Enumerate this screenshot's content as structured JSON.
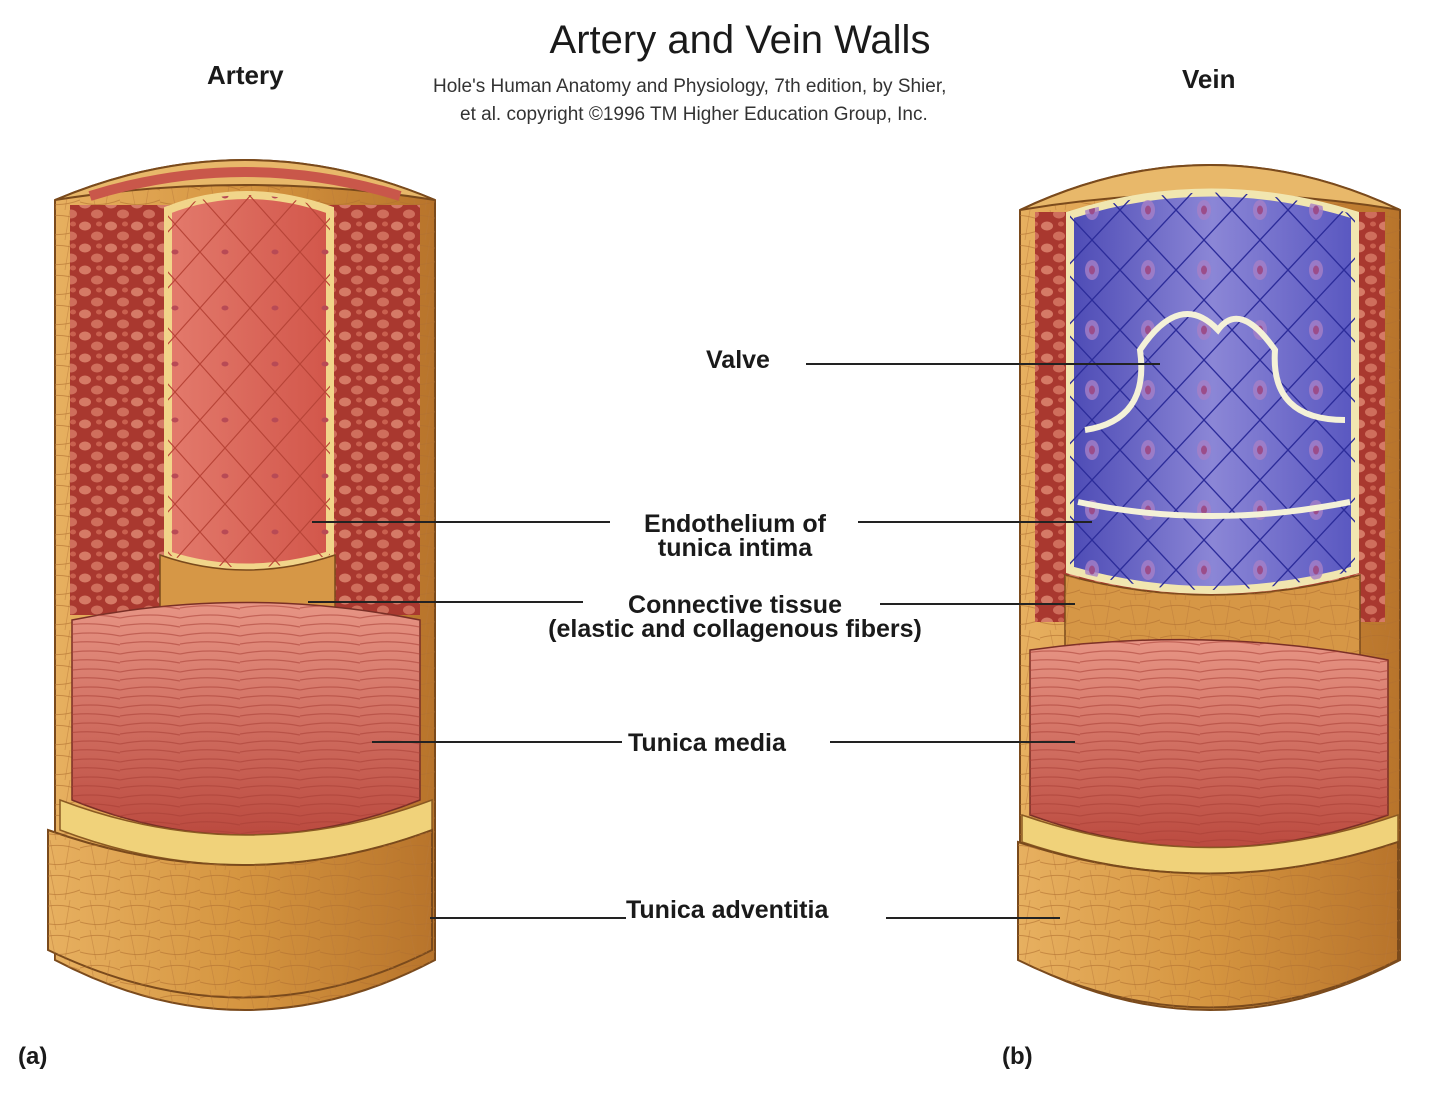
{
  "title": "Artery and Vein Walls",
  "credit_line1": "Hole's Human Anatomy and Physiology, 7th edition, by Shier,",
  "credit_line2": "et al. copyright ©1996 TM Higher Education Group, Inc.",
  "artery": {
    "heading": "Artery",
    "part_label": "(a)"
  },
  "vein": {
    "heading": "Vein",
    "part_label": "(b)"
  },
  "labels": {
    "valve": "Valve",
    "endothelium": [
      "Endothelium of",
      "tunica intima"
    ],
    "connective": [
      "Connective tissue",
      "(elastic and collagenous fibers)"
    ],
    "media": "Tunica media",
    "adventitia": "Tunica adventitia"
  },
  "colors": {
    "adventitia": "#d99a45",
    "media": "#c9574a",
    "artery_endothelium": "#e0675b",
    "vein_endothelium": "#6e6fc8",
    "elastic_layer": "#f0d27a",
    "leader_line": "#222222"
  }
}
